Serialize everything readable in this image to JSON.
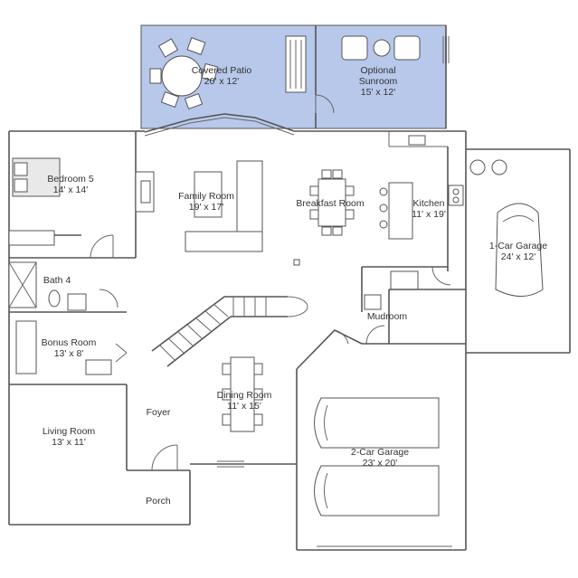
{
  "rooms": {
    "covered_patio": {
      "name": "Covered Patio",
      "size": "20' x 12'"
    },
    "optional_sunroom": {
      "name1": "Optional",
      "name2": "Sunroom",
      "size": "15' x 12'"
    },
    "bedroom_5": {
      "name": "Bedroom 5",
      "size": "14' x 14'"
    },
    "family_room": {
      "name": "Family Room",
      "size": "19' x 17'"
    },
    "breakfast_room": {
      "name": "Breakfast Room"
    },
    "kitchen": {
      "name": "Kitchen",
      "size": "11' x 19'"
    },
    "one_car_garage": {
      "name": "1-Car Garage",
      "size": "24' x 12'"
    },
    "bath_4": {
      "name": "Bath 4"
    },
    "mudroom": {
      "name": "Mudroom"
    },
    "bonus_room": {
      "name": "Bonus Room",
      "size": "13' x 8'"
    },
    "dining_room": {
      "name": "Dining Room",
      "size": "11' x 15'"
    },
    "foyer": {
      "name": "Foyer"
    },
    "living_room": {
      "name": "Living Room",
      "size": "13' x 11'"
    },
    "two_car_garage": {
      "name": "2-Car Garage",
      "size": "23' x 20'"
    },
    "porch": {
      "name": "Porch"
    }
  },
  "colors": {
    "patio_fill": "#b7c8ea",
    "wall": "#555555",
    "text": "#333333"
  }
}
